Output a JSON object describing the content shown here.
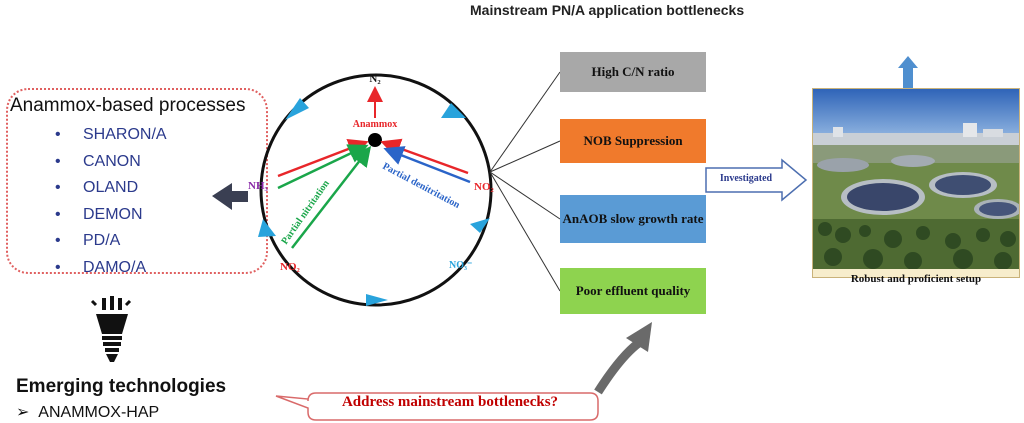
{
  "header": {
    "title": "Mainstream PN/A application bottlenecks"
  },
  "processes": {
    "title": "Anammox-based processes",
    "items": [
      "SHARON/A",
      "CANON",
      "OLAND",
      "DEMON",
      "PD/A",
      "DAMO/A"
    ]
  },
  "cycle": {
    "n2": "N₂",
    "anammox": "Anammox",
    "nh3": "NH₃",
    "no2_right": "NO₂",
    "no2_left": "NO₂",
    "no3": "NO₃⁻",
    "partial_nitritation": "Partial nitritation",
    "partial_denitritation": "Partial denitritation"
  },
  "bottlenecks": [
    "High C/N ratio",
    "NOB Suppression",
    "AnAOB slow growth rate",
    "Poor effluent quality"
  ],
  "investigated": "Investigated",
  "photo_caption": "Robust and proficient setup",
  "emerging": {
    "title": "Emerging technologies",
    "bullet": "➢",
    "item": "ANAMMOX-HAP"
  },
  "question": "Address mainstream bottlenecks?",
  "colors": {
    "red": "#e8262a",
    "green": "#1aa64a",
    "blue": "#2a64c8",
    "cyan": "#29a3dc",
    "purple": "#8a2aa8",
    "navy": "#2b3a8c"
  }
}
